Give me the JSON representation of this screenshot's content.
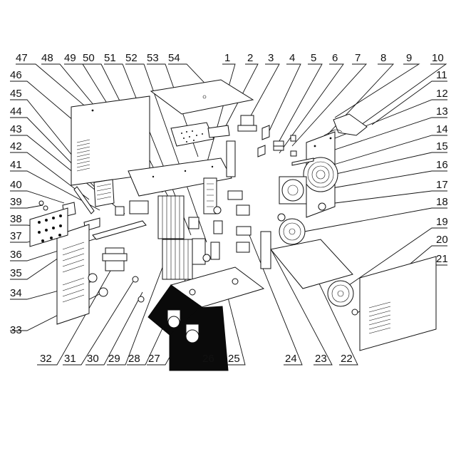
{
  "diagram": {
    "callouts_top": [
      "47",
      "48",
      "49",
      "50",
      "51",
      "52",
      "53",
      "54",
      "1",
      "2",
      "3",
      "4",
      "5",
      "6",
      "7",
      "8",
      "9",
      "10"
    ],
    "callouts_left": [
      "46",
      "45",
      "44",
      "43",
      "42",
      "41",
      "40",
      "39",
      "38",
      "37",
      "36",
      "35",
      "34",
      "33"
    ],
    "callouts_right": [
      "11",
      "12",
      "13",
      "14",
      "15",
      "16",
      "17",
      "18",
      "19",
      "20",
      "21"
    ],
    "callouts_bottom": [
      "32",
      "31",
      "30",
      "29",
      "28",
      "27",
      "26",
      "25",
      "24",
      "23",
      "22"
    ]
  }
}
